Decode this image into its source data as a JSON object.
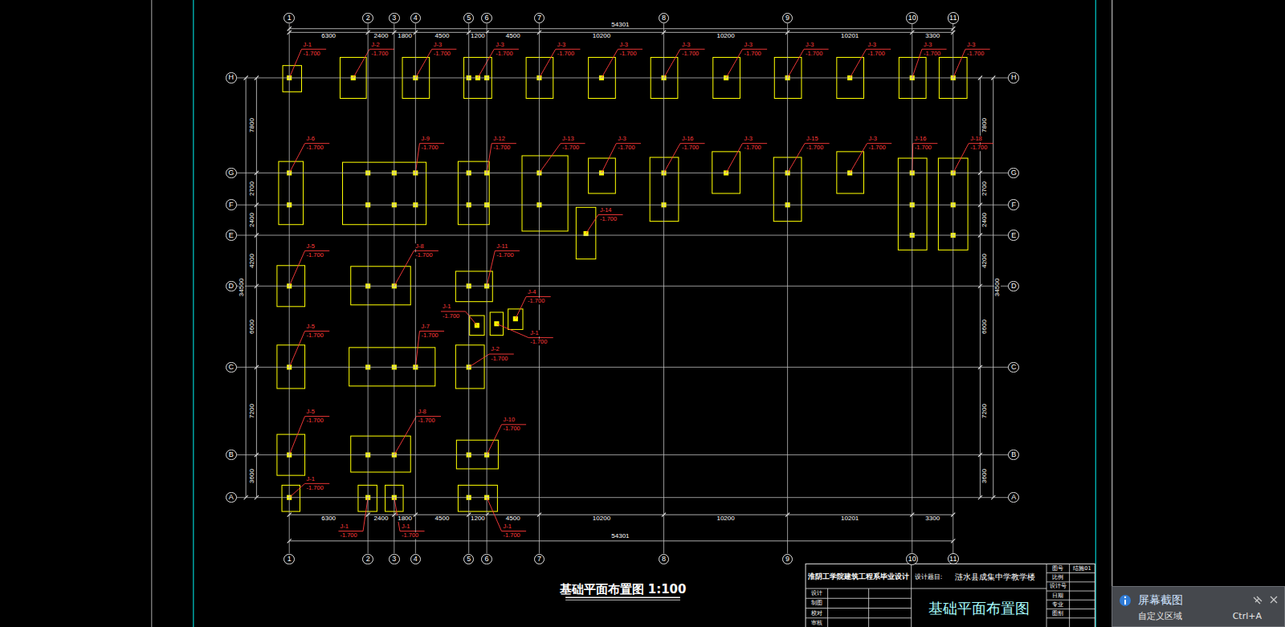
{
  "diagram": {
    "title": "基础平面布置图 1:100",
    "nodes": [
      {
        "text": [
          "1"
        ]
      },
      {
        "text": [
          "2"
        ]
      },
      {
        "text": [
          "3"
        ]
      },
      {
        "text": [
          "4"
        ]
      },
      {
        "text": [
          "5"
        ]
      },
      {
        "text": [
          "6"
        ]
      },
      {
        "text": [
          "7"
        ]
      },
      {
        "text": [
          "8"
        ]
      },
      {
        "text": [
          "9"
        ]
      },
      {
        "text": [
          "10"
        ]
      },
      {
        "text": [
          "11"
        ]
      },
      {
        "text": [
          "1"
        ]
      },
      {
        "text": [
          "2"
        ]
      },
      {
        "text": [
          "3"
        ]
      },
      {
        "text": [
          "4"
        ]
      },
      {
        "text": [
          "5"
        ]
      },
      {
        "text": [
          "6"
        ]
      },
      {
        "text": [
          "7"
        ]
      },
      {
        "text": [
          "8"
        ]
      },
      {
        "text": [
          "9"
        ]
      },
      {
        "text": [
          "10"
        ]
      },
      {
        "text": [
          "11"
        ]
      },
      {
        "text": [
          "H"
        ]
      },
      {
        "text": [
          "G"
        ]
      },
      {
        "text": [
          "F"
        ]
      },
      {
        "text": [
          "E"
        ]
      },
      {
        "text": [
          "D"
        ]
      },
      {
        "text": [
          "C"
        ]
      },
      {
        "text": [
          "B"
        ]
      },
      {
        "text": [
          "A"
        ]
      },
      {
        "text": [
          "H"
        ]
      },
      {
        "text": [
          "G"
        ]
      },
      {
        "text": [
          "F"
        ]
      },
      {
        "text": [
          "E"
        ]
      },
      {
        "text": [
          "D"
        ]
      },
      {
        "text": [
          "C"
        ]
      },
      {
        "text": [
          "B"
        ]
      },
      {
        "text": [
          "A"
        ]
      },
      {
        "text": [
          "屏幕截图",
          "自定义区域",
          "Ctrl+A"
        ]
      }
    ],
    "edges": [
      {
        "from": 0,
        "to": 11,
        "arrow": "none"
      },
      {
        "from": 1,
        "to": 12,
        "arrow": "none"
      },
      {
        "from": 2,
        "to": 13,
        "arrow": "none"
      },
      {
        "from": 3,
        "to": 14,
        "arrow": "none"
      },
      {
        "from": 4,
        "to": 15,
        "arrow": "none"
      },
      {
        "from": 5,
        "to": 16,
        "arrow": "none"
      },
      {
        "from": 6,
        "to": 17,
        "arrow": "none"
      },
      {
        "from": 7,
        "to": 18,
        "arrow": "none"
      },
      {
        "from": 8,
        "to": 19,
        "arrow": "none"
      },
      {
        "from": 9,
        "to": 20,
        "arrow": "none"
      },
      {
        "from": 10,
        "to": 21,
        "arrow": "none"
      },
      {
        "from": 22,
        "to": 30,
        "arrow": "none"
      },
      {
        "from": 23,
        "to": 31,
        "arrow": "none"
      },
      {
        "from": 24,
        "to": 32,
        "arrow": "none"
      },
      {
        "from": 25,
        "to": 33,
        "arrow": "none"
      },
      {
        "from": 26,
        "to": 34,
        "arrow": "none"
      },
      {
        "from": 27,
        "to": 35,
        "arrow": "none"
      },
      {
        "from": 28,
        "to": 36,
        "arrow": "none"
      },
      {
        "from": 29,
        "to": 37,
        "arrow": "none"
      }
    ],
    "labels": [
      "6300",
      "2400",
      "1800",
      "4500",
      "1200",
      "4500",
      "10200",
      "10200",
      "10201",
      "3300",
      "54301",
      "6300",
      "2400",
      "1800",
      "4500",
      "1200",
      "4500",
      "10200",
      "10200",
      "10201",
      "3300",
      "54301",
      "7800",
      "2700",
      "2400",
      "4200",
      "6600",
      "7200",
      "3600",
      "34500",
      "7800",
      "2700",
      "2400",
      "4200",
      "6600",
      "7200",
      "3600",
      "34500",
      "J-1",
      "-1.700",
      "J-2",
      "-1.700",
      "J-3",
      "-1.700",
      "J-3",
      "-1.700",
      "J-3",
      "-1.700",
      "J-3",
      "-1.700",
      "J-3",
      "-1.700",
      "J-3",
      "-1.700",
      "J-3",
      "-1.700",
      "J-3",
      "-1.700",
      "J-3",
      "-1.700",
      "J-3",
      "-1.700",
      "J-6",
      "-1.700",
      "J-9",
      "-1.700",
      "J-12",
      "-1.700",
      "J-13",
      "-1.700",
      "J-3",
      "-1.700",
      "J-16",
      "-1.700",
      "J-3",
      "-1.700",
      "J-15",
      "-1.700",
      "J-3",
      "-1.700",
      "J-16",
      "-1.700",
      "J-18",
      "-1.700",
      "J-14",
      "-1.700",
      "J-5",
      "-1.700",
      "J-8",
      "-1.700",
      "J-11",
      "-1.700",
      "J-1",
      "-1.700",
      "J-1",
      "-1.700",
      "J-4",
      "-1.700",
      "J-5",
      "-1.700",
      "J-7",
      "-1.700",
      "J-2",
      "-1.700",
      "J-5",
      "-1.700",
      "J-8",
      "-1.700",
      "J-10",
      "-1.700",
      "J-1",
      "-1.700",
      "J-1",
      "-1.700",
      "J-1",
      "-1.700",
      "J-1",
      "-1.700",
      "淮阴工学院建筑工程系毕业设计",
      "设计题目:",
      "涟水县成集中学教学楼",
      "基础平面布置图",
      "设计",
      "制图",
      "校对",
      "审核",
      "图号",
      "结施01",
      "比例",
      "设计号",
      "日期",
      "专业",
      "图别"
    ]
  }
}
